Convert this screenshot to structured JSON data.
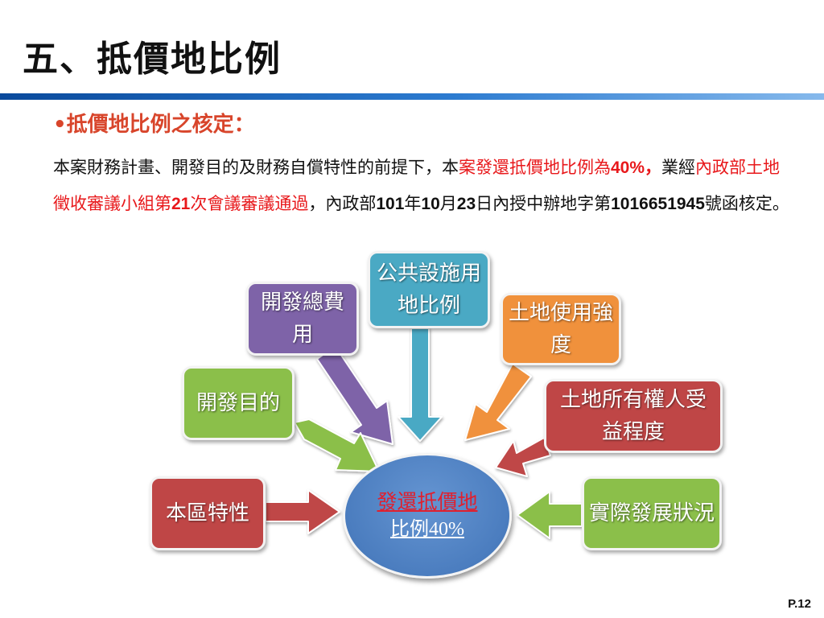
{
  "slide": {
    "title": "五、抵價地比例",
    "subtitle": "•抵價地比例之核定：",
    "body": {
      "p1": "本案財務計畫、開發目的及財務自償特性的前提下，本",
      "p2": "案發還抵價地比例為",
      "p3": "40%，",
      "p4": "業經",
      "p5": "內政部土地徵收審議小組第",
      "p6": "21",
      "p7": "次會議審議通過",
      "p8": "，內政部",
      "p9": "101",
      "p10": "年",
      "p11": "10",
      "p12": "月",
      "p13": "23",
      "p14": "日內授中辦地字第",
      "p15": "1016651945",
      "p16": "號函核定。"
    },
    "page_number": "P.12"
  },
  "diagram": {
    "center": {
      "line1": "發還抵價地",
      "line2": "比例40%"
    },
    "factors": {
      "dev_cost": "開發總費用",
      "public_facility": "公共設施用地比例",
      "land_use": "土地使用強度",
      "dev_purpose": "開發目的",
      "owner_benefit": "土地所有權人受益程度",
      "area_character": "本區特性",
      "actual_dev": "實際發展狀況"
    }
  },
  "colors": {
    "title_bar": "#1f5fb4",
    "subtitle": "#d8452b",
    "highlight": "#e8181b",
    "purple": "#7e63a8",
    "teal": "#4aa9c4",
    "orange": "#f0913c",
    "green": "#8bbf4a",
    "red": "#bf4646",
    "center": "#4b7dbf"
  },
  "icons": {
    "arrows": "block-arrow-icon"
  }
}
